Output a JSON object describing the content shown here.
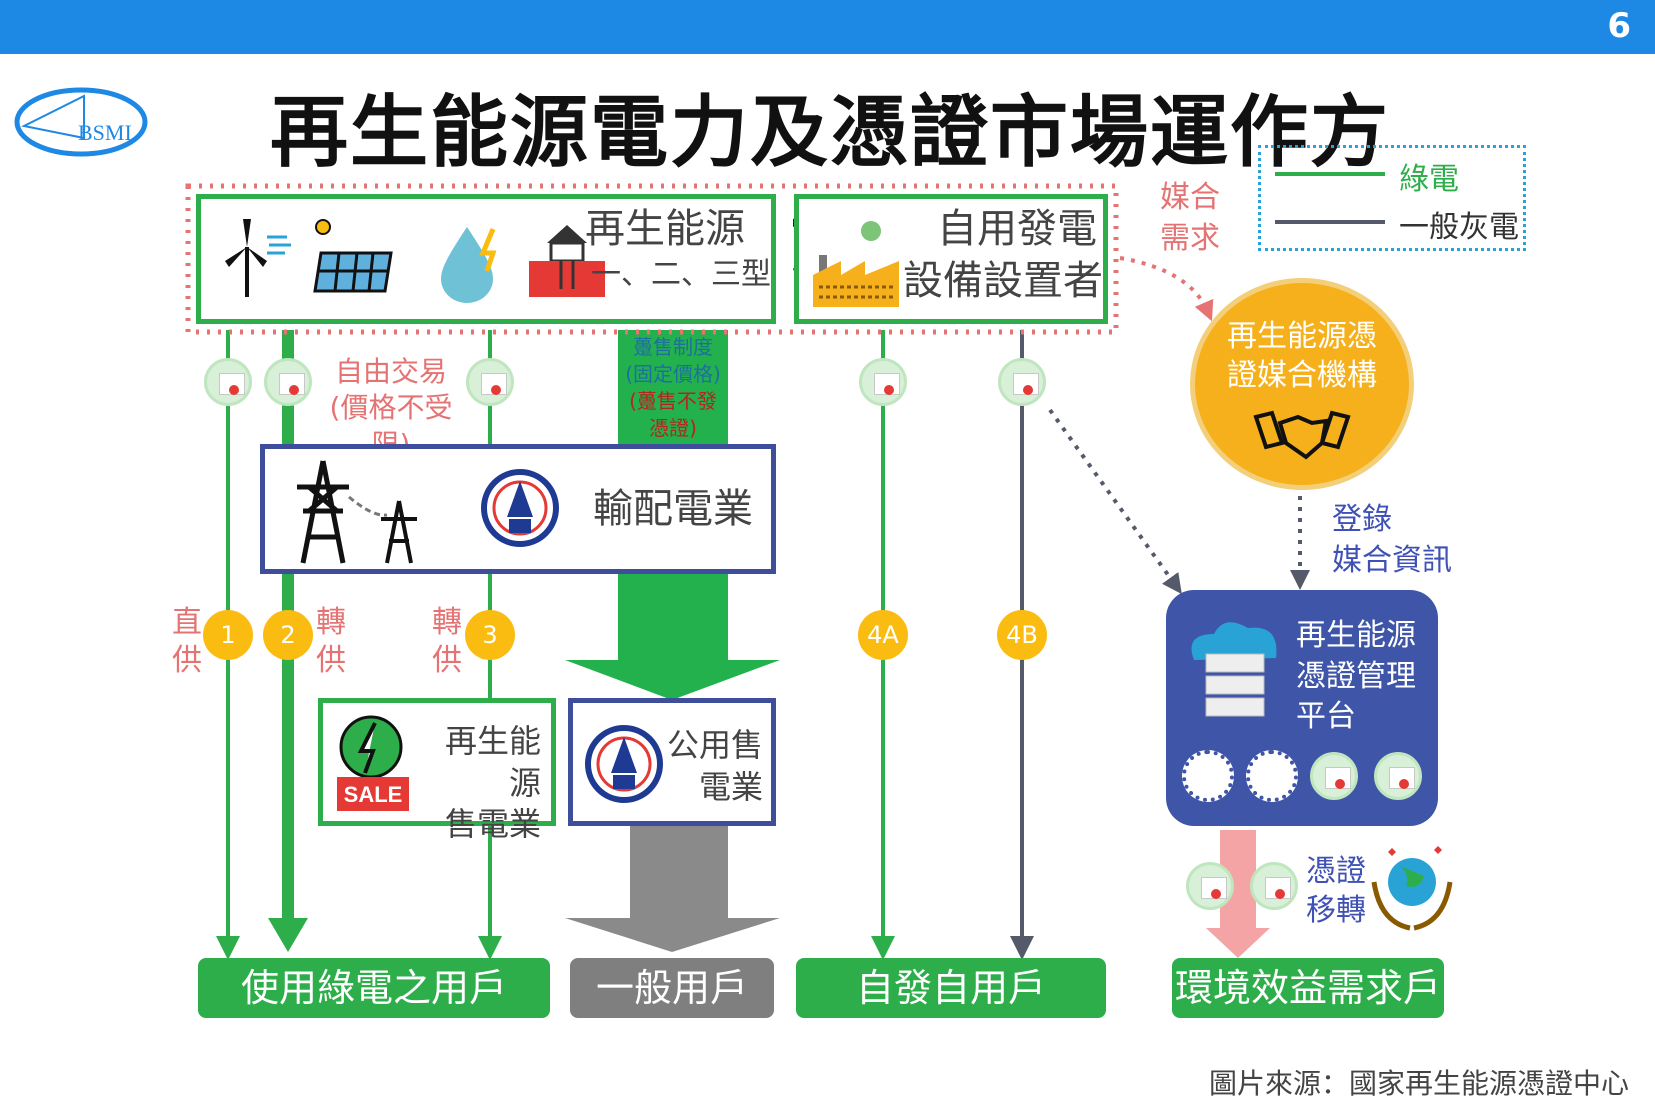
{
  "page_number": "6",
  "logo_text": "BSMI",
  "title": "再生能源電力及憑證市場運作方式",
  "legend": {
    "green": "綠電",
    "gray": "一般灰電"
  },
  "colors": {
    "green": "#2eae4a",
    "gray": "#555a6a",
    "blue_bar": "#1e88e5",
    "orange": "#f6b01c",
    "navy": "#3e4e9a",
    "red_label": "#e57373"
  },
  "supply": {
    "renewable_label": "再生能源",
    "renewable_types": "一、二、三型",
    "self_gen_line1": "自用發電",
    "self_gen_line2": "設備設置者"
  },
  "matching": {
    "demand_line1": "媒合",
    "demand_line2": "需求",
    "institution_line1": "再生能源憑",
    "institution_line2": "證媒合機構"
  },
  "free_trade": {
    "line1": "自由交易",
    "line2": "(價格不受限)"
  },
  "wholesale": {
    "line1": "躉售制度",
    "line2": "(固定價格)",
    "line3": "(躉售不發",
    "line4": "憑證)"
  },
  "grid_operator": "輸配電業",
  "register": {
    "line1": "登錄",
    "line2": "媒合資訊"
  },
  "platform": {
    "line1": "再生能源",
    "line2": "憑證管理",
    "line3": "平台"
  },
  "routes": {
    "direct": "直",
    "direct2": "供",
    "transfer": "轉",
    "transfer2": "供",
    "n1": "1",
    "n2": "2",
    "n3": "3",
    "n4a": "4A",
    "n4b": "4B"
  },
  "retailer": {
    "line1": "再生能源",
    "line2": "售電業",
    "sale": "SALE"
  },
  "public_retailer": {
    "line1": "公用售",
    "line2": "電業"
  },
  "transfer_cert": {
    "line1": "憑證",
    "line2": "移轉"
  },
  "bottom": {
    "green_users": "使用綠電之用戶",
    "general_users": "一般用戶",
    "self_users": "自發自用戶",
    "env_users": "環境效益需求戶"
  },
  "source": "圖片來源：國家再生能源憑證中心"
}
